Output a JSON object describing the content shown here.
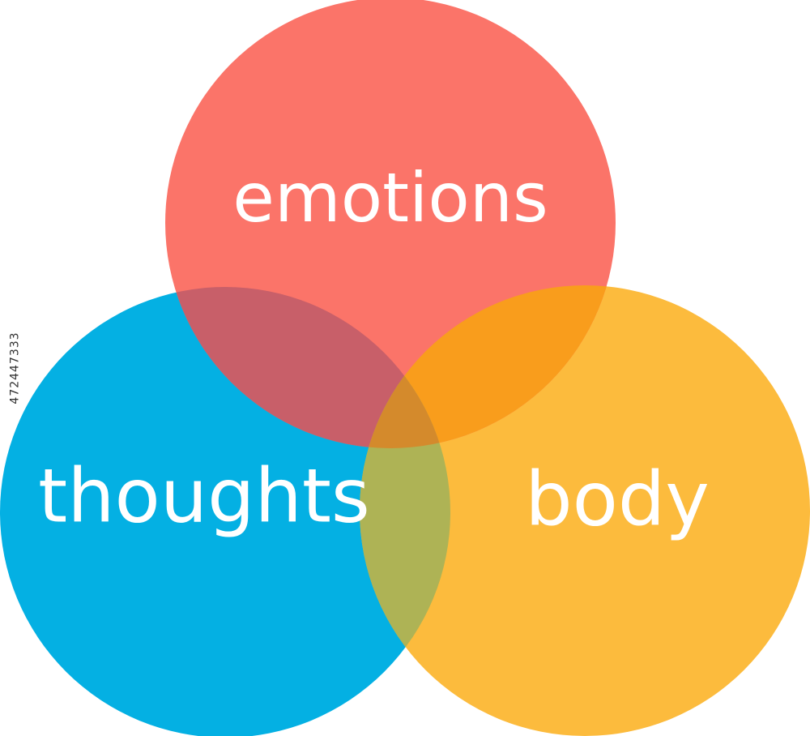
{
  "diagram": {
    "type": "venn",
    "circles": [
      {
        "id": "emotions",
        "label": "emotions",
        "color": "#fb7469"
      },
      {
        "id": "thoughts",
        "label": "thoughts",
        "color": "#04b0e3"
      },
      {
        "id": "body",
        "label": "body",
        "color": "#fcbb3d"
      }
    ],
    "overlap_colors": {
      "emotions_thoughts": "#c85f69",
      "emotions_body": "#f99d1c",
      "thoughts_body": "#aeb355",
      "all": "#d48a2c"
    }
  },
  "stock_id": "472447333"
}
